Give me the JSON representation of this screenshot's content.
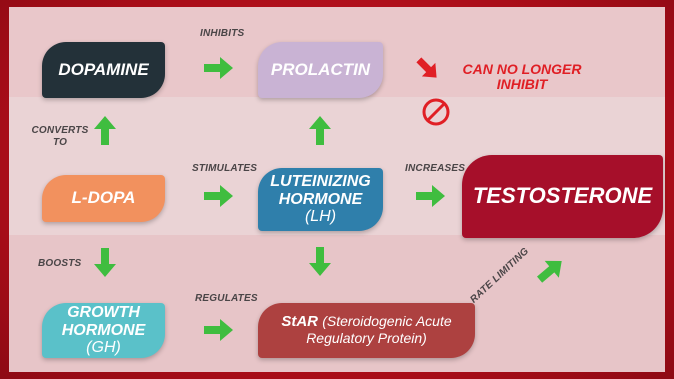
{
  "boxes": {
    "dopamine": "DOPAMINE",
    "prolactin": "PROLACTIN",
    "ldopa": "L-DOPA",
    "lh_bold": "LUTEINIZING HORMONE",
    "lh_normal": "(LH)",
    "testosterone": "TESTOSTERONE",
    "gh_bold": "GROWTH HORMONE",
    "gh_normal": "(GH)",
    "star_bold": "StAR",
    "star_normal": "(Steroidogenic Acute Regulatory Protein)"
  },
  "labels": {
    "inhibits": "INHIBITS",
    "converts_to": "CONVERTS TO",
    "stimulates": "STIMULATES",
    "increases": "INCREASES",
    "boosts": "BOOSTS",
    "regulates": "REGULATES",
    "rate_limiting": "RATE LIMITING",
    "can_no_longer_inhibit": "CAN NO LONGER INHIBIT"
  },
  "colors": {
    "arrow_green": "#3fbd3f",
    "arrow_red": "#e01f25",
    "dopamine": "#233139",
    "prolactin": "#c9b3d4",
    "ldopa": "#f2915e",
    "lh": "#2f7fab",
    "testosterone": "#a60f2a",
    "gh": "#5ac1c9",
    "star": "#ad4140"
  }
}
